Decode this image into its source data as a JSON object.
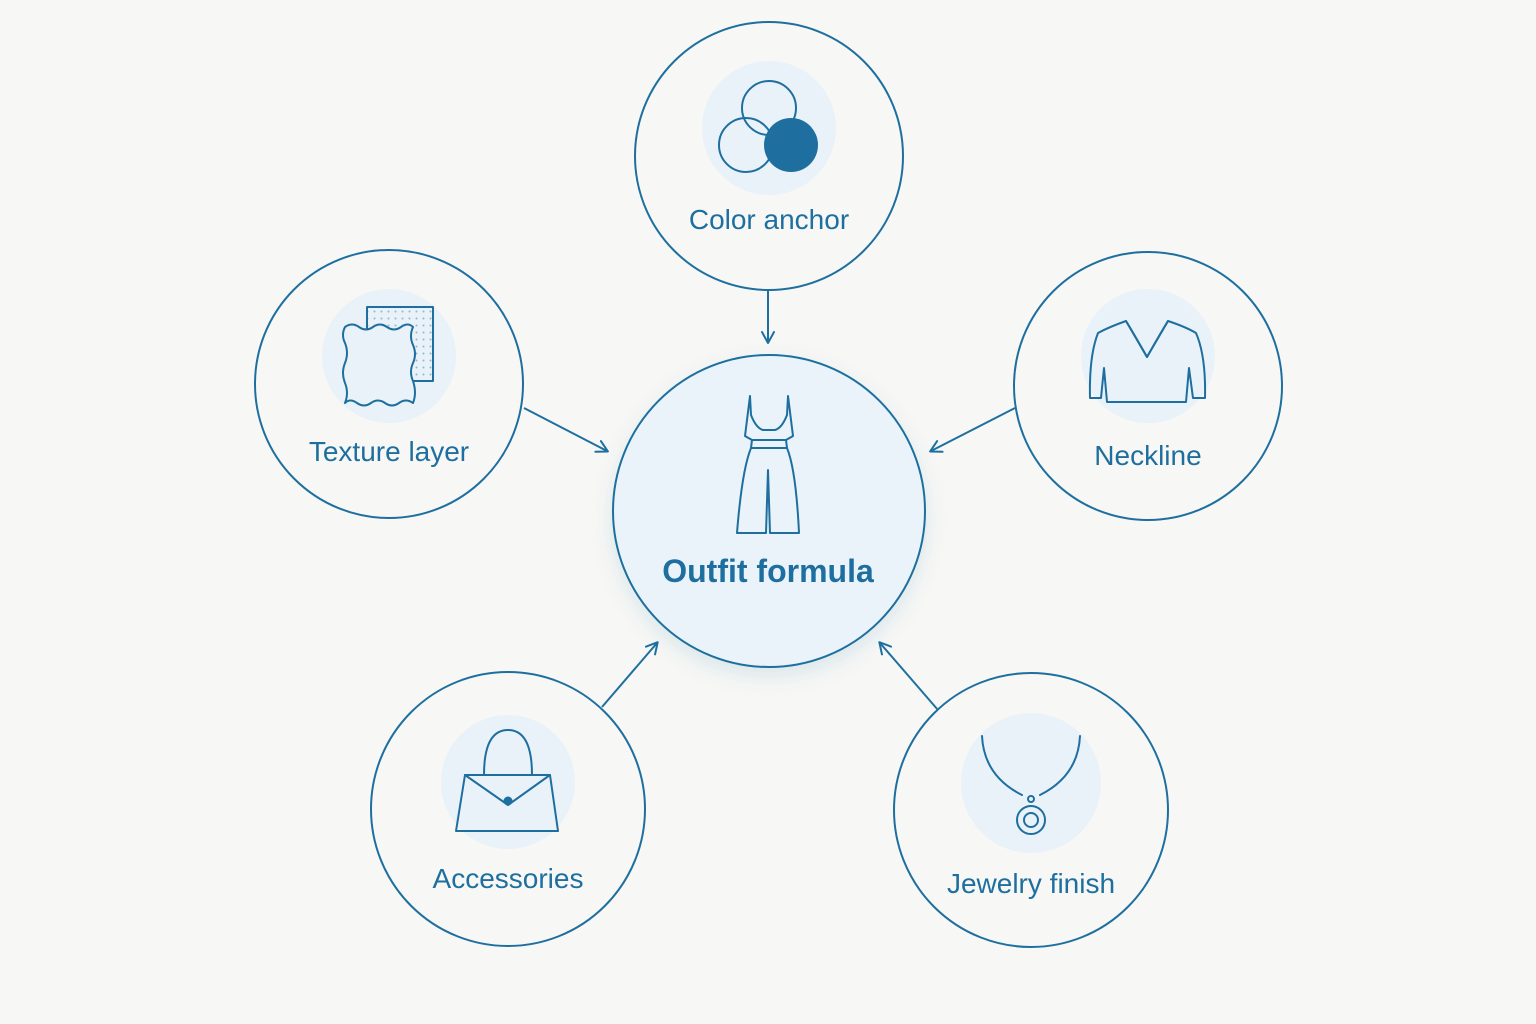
{
  "diagram": {
    "center": {
      "label": "Outfit formula",
      "icon": "dress-icon"
    },
    "nodes": [
      {
        "id": "color",
        "label": "Color anchor",
        "icon": "color-circles-icon"
      },
      {
        "id": "texture",
        "label": "Texture layer",
        "icon": "fabric-swatch-icon"
      },
      {
        "id": "neckline",
        "label": "Neckline",
        "icon": "v-neck-top-icon"
      },
      {
        "id": "accessories",
        "label": "Accessories",
        "icon": "handbag-icon"
      },
      {
        "id": "jewelry",
        "label": "Jewelry finish",
        "icon": "pendant-necklace-icon"
      }
    ]
  },
  "colors": {
    "stroke": "#1e6f9f",
    "icon_fill": "#1e6f9f",
    "icon_halo": "#e9f2f8",
    "center_fill": "#eaf3f9",
    "node_fill": "#f7f7f5",
    "background": "#f7f7f5"
  }
}
